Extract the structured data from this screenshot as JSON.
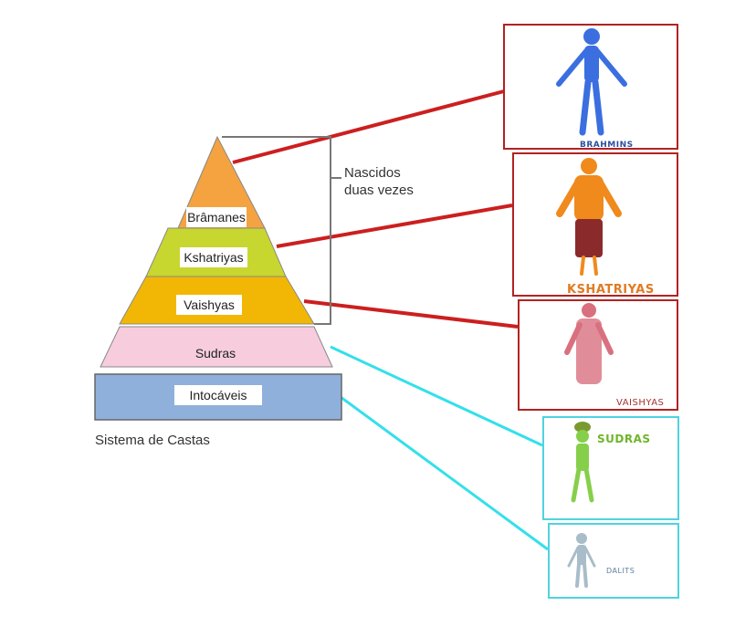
{
  "pyramid": {
    "layers": [
      {
        "label": "Brâmanes",
        "color": "#f4a340"
      },
      {
        "label": "Kshatriyas",
        "color": "#c8d630"
      },
      {
        "label": "Vaishyas",
        "color": "#f2b705"
      },
      {
        "label": "Sudras",
        "color": "#f7cddd"
      },
      {
        "label": "Intocáveis",
        "color": "#8fb0db"
      }
    ],
    "bracket_label_line1": "Nascidos",
    "bracket_label_line2": "duas vezes",
    "caption": "Sistema de Castas"
  },
  "cards": [
    {
      "label": "BRAHMINS",
      "label_color": "#2c4f9e",
      "border_color": "#b22222",
      "figure_color": "#3b6fe0"
    },
    {
      "label": "KSHATRIYAS",
      "label_color": "#e07b22",
      "border_color": "#b22222",
      "figure_color": "#f08a1c"
    },
    {
      "label": "VAISHYAS",
      "label_color": "#a83232",
      "border_color": "#b22222",
      "figure_color": "#d9707f"
    },
    {
      "label": "SUDRAS",
      "label_color": "#6fb52a",
      "border_color": "#4fd3e0",
      "figure_color": "#86cf4a"
    },
    {
      "label": "DALITS",
      "label_color": "#5a7f9e",
      "border_color": "#4fd3e0",
      "figure_color": "#a9bcc9"
    }
  ],
  "connector_colors": {
    "upper": "#cc1f1f",
    "lower": "#33e0ea"
  }
}
